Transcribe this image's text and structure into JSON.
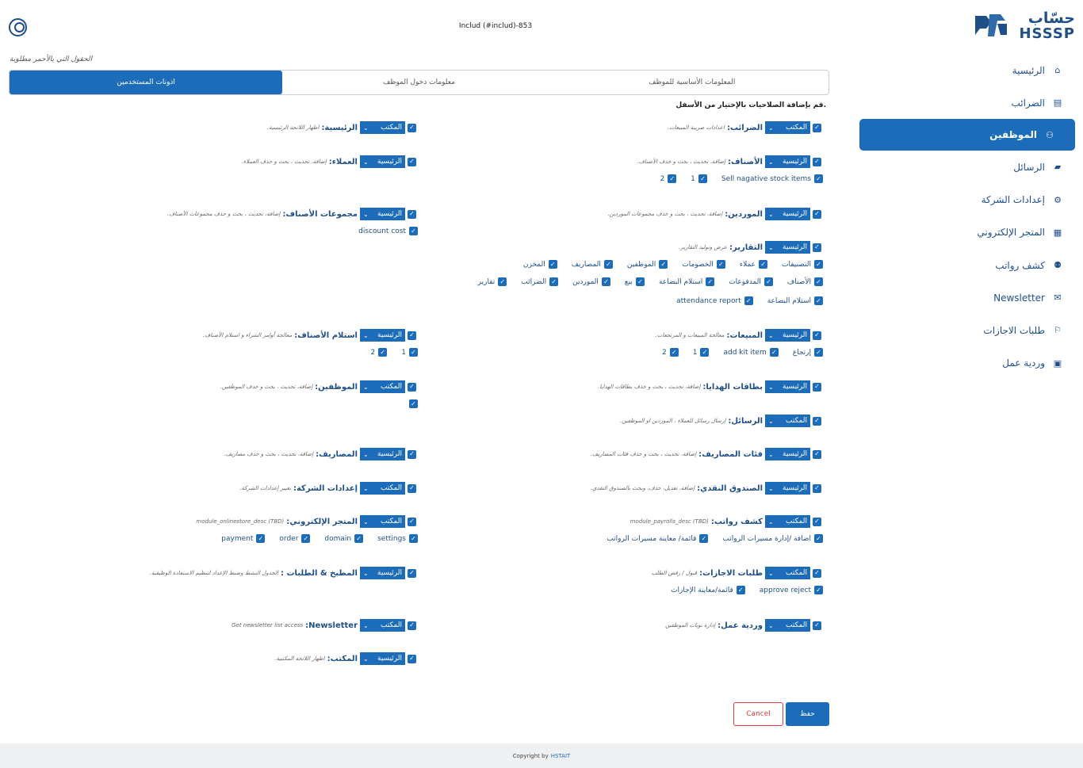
{
  "app": {
    "title": "Includ (#includ)-853",
    "logo_ar": "حسّاب",
    "logo_en": "HSSSP"
  },
  "colors": {
    "primary": "#1c6cb9",
    "navy": "#1f4f86",
    "danger": "#e23b3b"
  },
  "sidebar": {
    "items": [
      {
        "label": "الرئيسية",
        "icon": "home-icon"
      },
      {
        "label": "الضرائب",
        "icon": "tax-icon"
      },
      {
        "label": "الموظفين",
        "icon": "users-icon",
        "active": true
      },
      {
        "label": "الرسائل",
        "icon": "chat-icon"
      },
      {
        "label": "إعدادات الشركة",
        "icon": "gear-icon"
      },
      {
        "label": "المتجر الإلكتروني",
        "icon": "store-icon"
      },
      {
        "label": "كشف رواتب",
        "icon": "payroll-icon"
      },
      {
        "label": "Newsletter",
        "icon": "newsletter-icon"
      },
      {
        "label": "طلبات الاجازات",
        "icon": "leave-icon"
      },
      {
        "label": "وردية عمل",
        "icon": "shift-icon"
      }
    ]
  },
  "form": {
    "required_note": "الحقول التي بالأحمر مطلوبة",
    "tabs": [
      "المعلومات الأساسية للموظف",
      "معلومات دخول الموظف",
      "اذونات المستخدمين"
    ],
    "intro": "قم بإضافة الصلاحيات بالإختيار من الأسفل.",
    "check": "✓",
    "chev": "⌄"
  },
  "permissions": [
    {
      "title": "الضرائب:",
      "desc": "اعدادات ضريبة المبيعات.",
      "select": "المكتب"
    },
    {
      "title": "الرئيسية:",
      "desc": "اظهار اللانحة الرئيسية.",
      "select": "المكتب"
    },
    {
      "title": "الأصناف:",
      "desc": "إضافة، تحديث ، بحث و حذف الأصناف.",
      "select": "الرئيسية"
    },
    {
      "title": "العملاء:",
      "desc": "إضافة، تحديث ، بحث و حذف العملاء.",
      "select": "الرئيسية"
    },
    {
      "title": "الموردين:",
      "desc": "إضافة، تحديث ، بحث و حذف مجموعات الموردين.",
      "select": "الرئيسية"
    },
    {
      "title": "مجموعات الأصناف:",
      "desc": "إضافة، تحديث ، بحث و حذف مجموعات الأصناف.",
      "select": "الرئيسية"
    },
    {
      "title": "التقارير:",
      "desc": "عرض وتوليد التقارير.",
      "select": "الرئيسية"
    },
    {
      "title": "المبيعات:",
      "desc": "معالجة المبيعات و المرتجعات.",
      "select": "الرئيسية"
    },
    {
      "title": "استلام الأصناف:",
      "desc": "معالجة أوامر الشراء و استلام الأصناف.",
      "select": "الرئيسية"
    },
    {
      "title": "بطاقات الهدايا:",
      "desc": "إضافة، تحديث ، بحث و حذف بطاقات الهدايا.",
      "select": "الرئيسية"
    },
    {
      "title": "الموظفين:",
      "desc": "إضافة، تحديث ، بحث و حذف الموظفين.",
      "select": "المكتب"
    },
    {
      "title": "الرسائل:",
      "desc": "إرسال رسائل للعملاء ، الموردين او الموظفين.",
      "select": "المكتب"
    },
    {
      "title": "فئات المصاريف:",
      "desc": "إضافة، تحديث ، بحث و حذف فئات المصاريف.",
      "select": "الرئيسية"
    },
    {
      "title": "المصاريف:",
      "desc": "إضافة، تحديث ، بحث و حذف مصاريف.",
      "select": "الرئيسية"
    },
    {
      "title": "الصندوق النقدي:",
      "desc": "إضافة، تعديل، حذف، وبحث بالصندوق النقدي.",
      "select": "الرئيسية"
    },
    {
      "title": "إعدادات الشركة:",
      "desc": "تغيير إعدادات الشركة.",
      "select": "المكتب"
    },
    {
      "title": "كشف رواتب:",
      "desc": "module_payrolls_desc (TBD)",
      "select": "المكتب"
    },
    {
      "title": "المتجر الإلكتروني:",
      "desc": "module_onlinestore_desc (TBD)",
      "select": "المكتب"
    },
    {
      "title": "طلبات الاجازات:",
      "desc": "قبول / رفض الطلب",
      "select": "المكتب"
    },
    {
      "title": "المطبخ & الطلبات :",
      "desc": "الجدول النشط وضبط الإعداد لتنظيم الاستفادة الوظيفية.",
      "select": "الرئيسية"
    },
    {
      "title": "وردية عمل:",
      "desc": "إدارة نوبات الموظفين",
      "select": "المكتب"
    },
    {
      "title": "Newsletter:",
      "desc": "Get newsletter list access",
      "select": "المكتب"
    },
    {
      "title": "المكتب:",
      "desc": "اظهار اللانحة المكتبية.",
      "select": "الرئيسية"
    }
  ],
  "subs": {
    "items_stock": "Sell nagative stock items",
    "one": "1",
    "two": "2",
    "discount_cost": "discount cost",
    "reports": [
      "التصنيفات",
      "عملاء",
      "الخصومات",
      "الموظفين",
      "المصاريف",
      "المخزن",
      "الأصناف",
      "المدفوعات",
      "استلام البضاعة",
      "بيع",
      "الموردين",
      "الضرائب",
      "تقارير",
      "استلام البضاعة",
      "attendance report"
    ],
    "sales": [
      "إرتجاع",
      "add kit item"
    ],
    "payroll": [
      "اضافة /إدارة مسيرات الرواتب",
      "قائمة/ معاينة مسيرات الرواتب"
    ],
    "store": [
      "settings",
      "domain",
      "order",
      "payment"
    ],
    "leave": [
      "approve reject",
      "قائمة/معاينة الإجازات"
    ]
  },
  "buttons": {
    "save": "حفظ",
    "cancel": "Cancel"
  },
  "footer": {
    "copyright": "Copyright by",
    "brand": "HSTAIT"
  }
}
